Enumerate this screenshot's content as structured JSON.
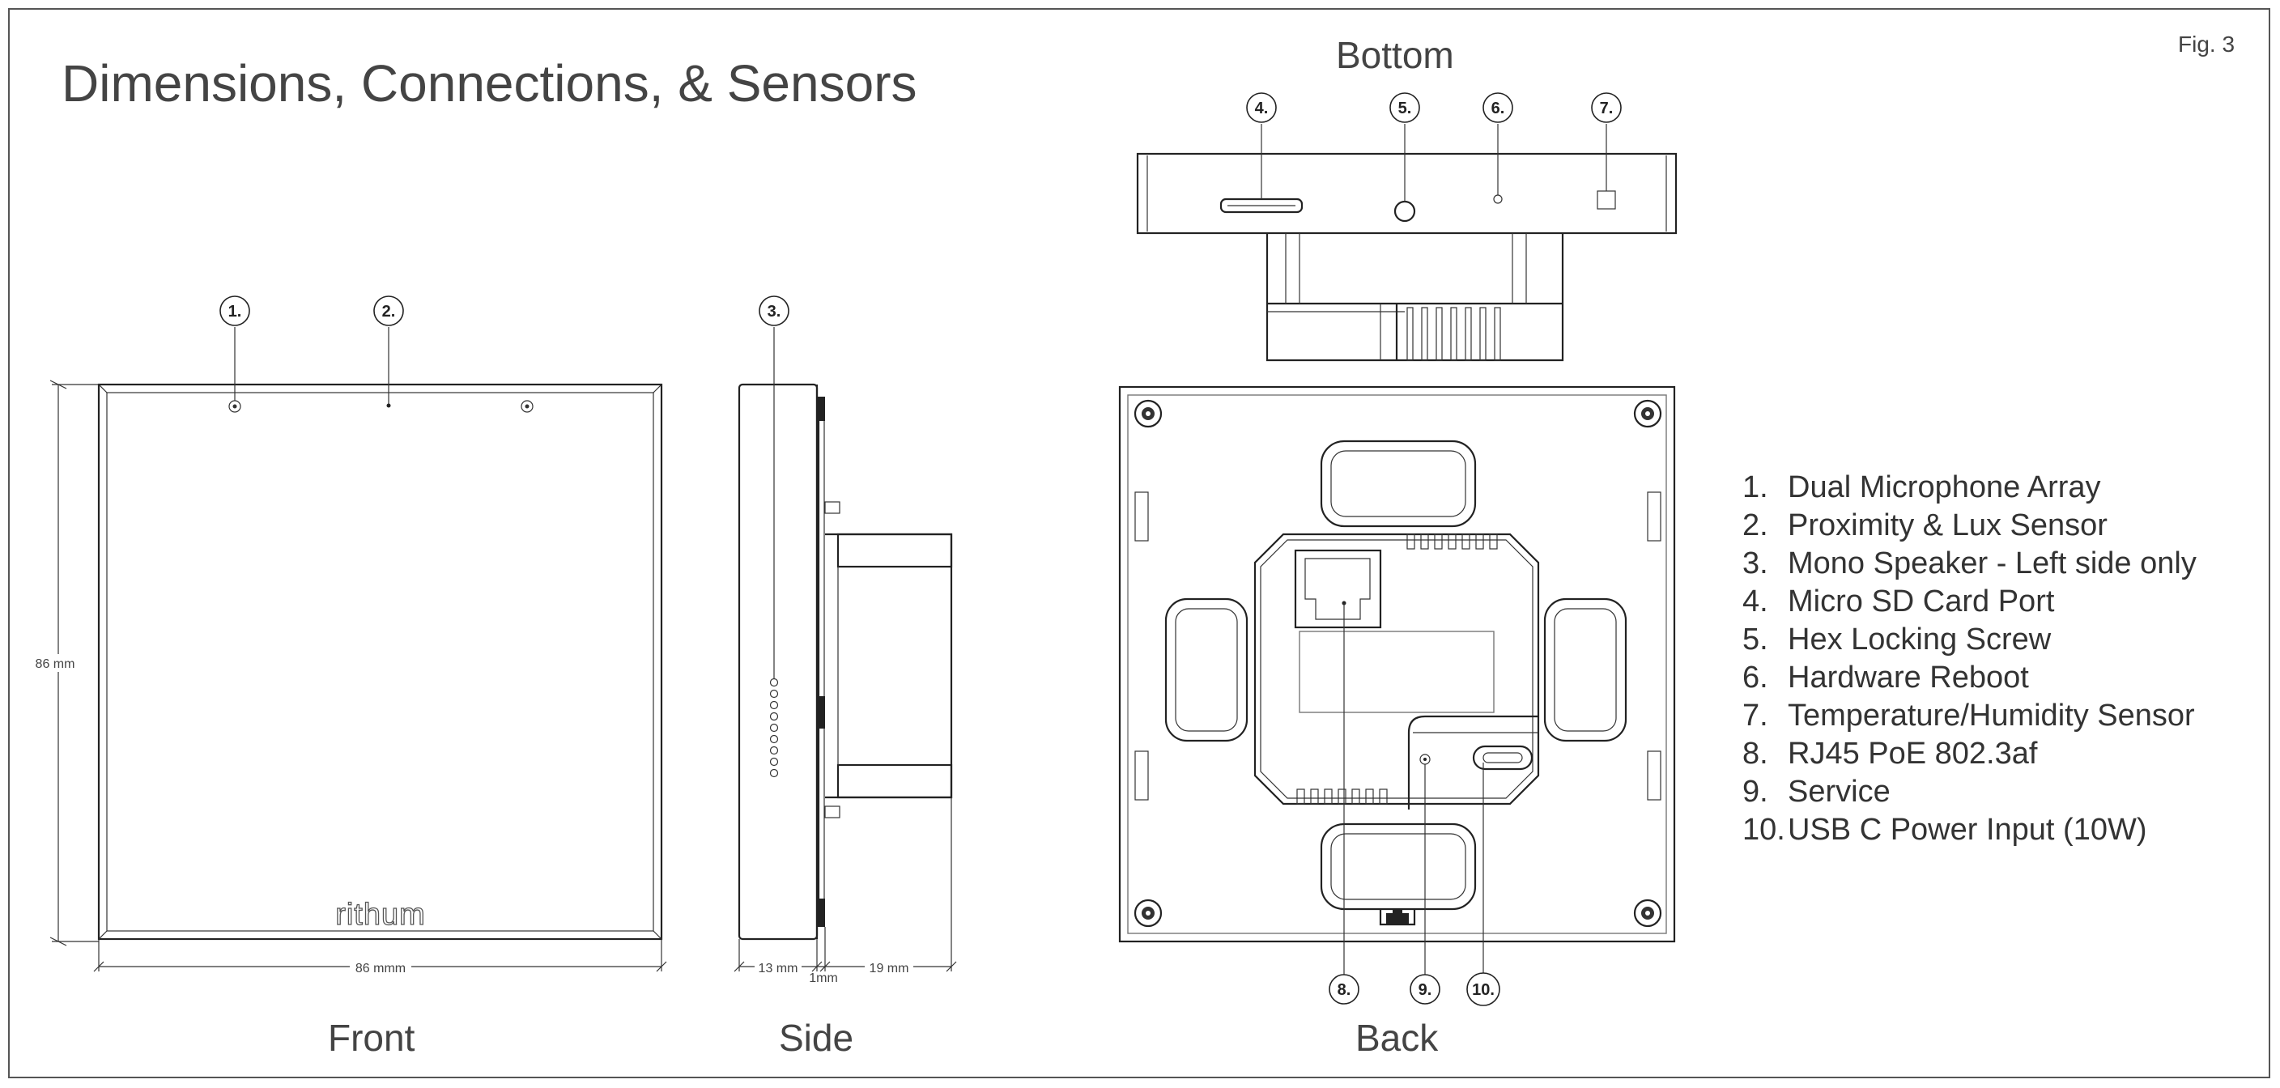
{
  "title": "Dimensions, Connections, & Sensors",
  "figure_label": "Fig. 3",
  "views": {
    "front": "Front",
    "side": "Side",
    "bottom": "Bottom",
    "back": "Back"
  },
  "callouts": [
    "1.",
    "2.",
    "3.",
    "4.",
    "5.",
    "6.",
    "7.",
    "8.",
    "9.",
    "10."
  ],
  "dimensions": {
    "front_height": "86 mm",
    "front_width": "86 mmm",
    "side_depth": "13 mm",
    "side_gap": "1mm",
    "side_back": "19 mm"
  },
  "brand_logo": "rithum",
  "legend": [
    {
      "num": "1.",
      "label": "Dual Microphone Array"
    },
    {
      "num": "2.",
      "label": "Proximity & Lux Sensor"
    },
    {
      "num": "3.",
      "label": "Mono Speaker - Left side only"
    },
    {
      "num": "4.",
      "label": "Micro SD Card Port"
    },
    {
      "num": "5.",
      "label": "Hex Locking Screw"
    },
    {
      "num": "6.",
      "label": "Hardware Reboot"
    },
    {
      "num": "7.",
      "label": "Temperature/Humidity Sensor"
    },
    {
      "num": "8.",
      "label": "RJ45 PoE 802.3af"
    },
    {
      "num": "9.",
      "label": "Service"
    },
    {
      "num": "10.",
      "label": "USB C Power Input (10W)"
    }
  ]
}
